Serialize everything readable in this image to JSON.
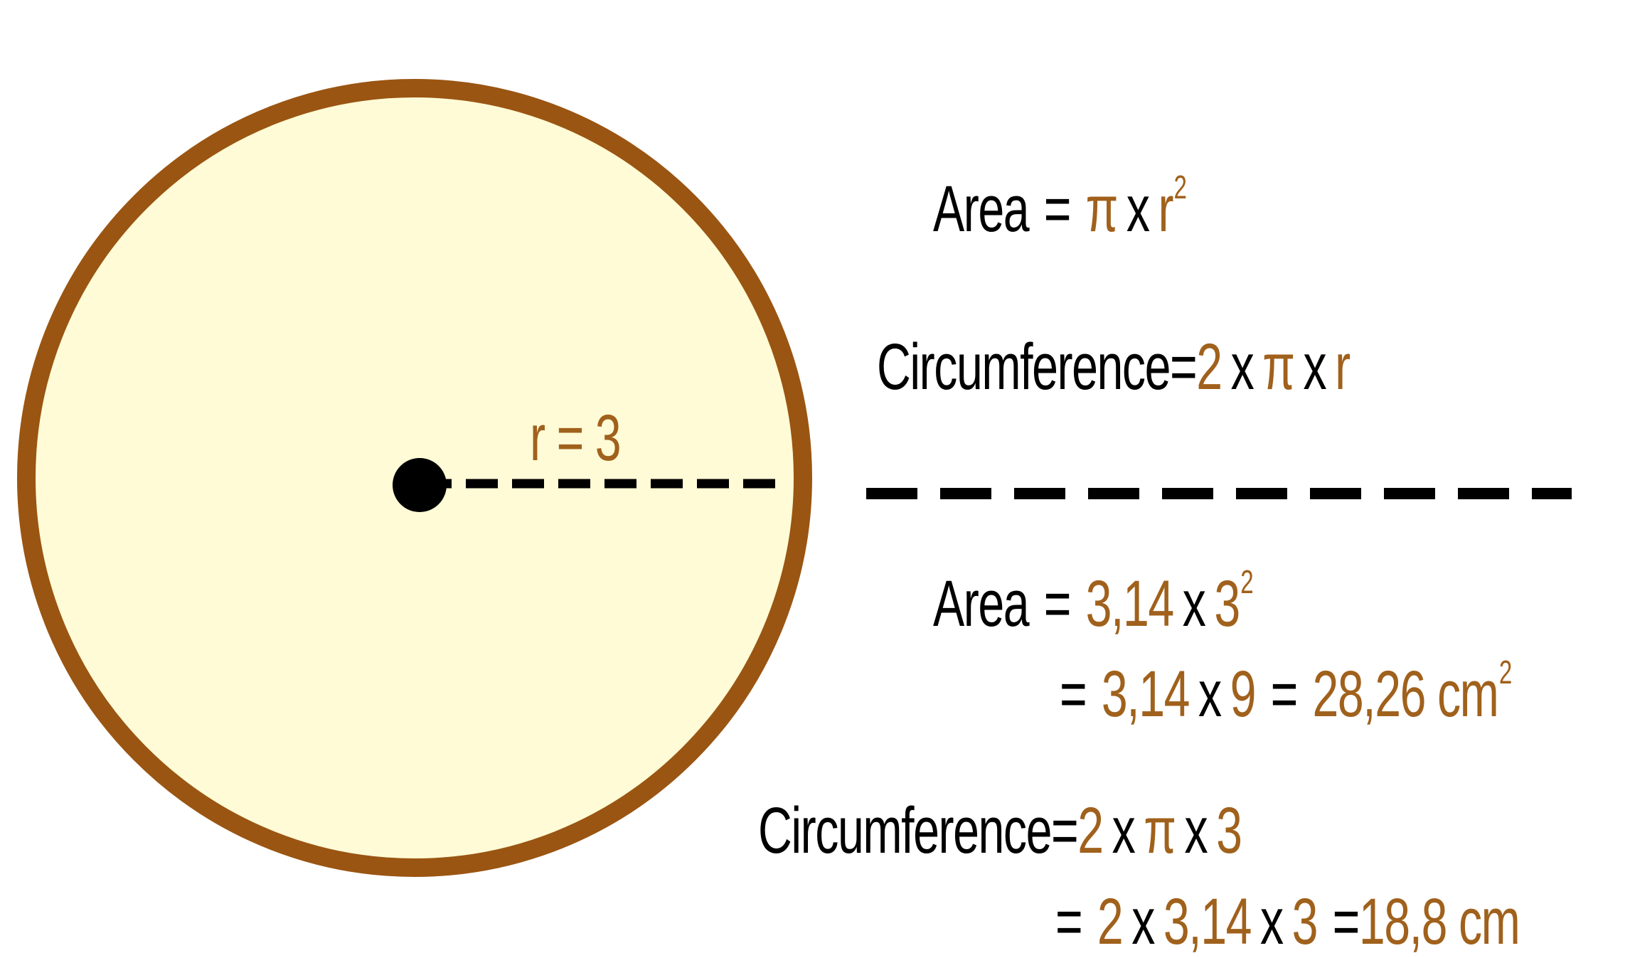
{
  "colors": {
    "circle_fill": "#fffbd6",
    "circle_stroke": "#9a5512",
    "accent_text": "#a0611c",
    "dark_text": "#000000"
  },
  "diagram": {
    "radius_label": "r = 3"
  },
  "formulas": {
    "area": {
      "label": "Area",
      "equals": "=",
      "pi": "π",
      "times": "x",
      "r": "r",
      "exp": "2"
    },
    "circumference": {
      "label": "Circumference",
      "equals": "=",
      "two": "2",
      "times": "x",
      "pi": "π",
      "r": "r"
    }
  },
  "calculations": {
    "area": {
      "label": "Area",
      "equals": "=",
      "pi_value": "3,14",
      "times": "x",
      "radius": "3",
      "exp": "2",
      "line2_equals": "=",
      "line2_pi_value": "3,14",
      "line2_times": "x",
      "line2_square": "9",
      "line2_equals2": "=",
      "result": "28,26 cm",
      "result_exp": "2"
    },
    "circumference": {
      "label": "Circumference",
      "equals": "=",
      "two": "2",
      "times": "x",
      "pi": "π",
      "times2": "x",
      "radius": "3",
      "line2_equals": "=",
      "line2_two": "2",
      "line2_times": "x",
      "line2_pi_value": "3,14",
      "line2_times2": "x",
      "line2_radius": "3",
      "line2_equals2": "=",
      "result": "18,8 cm"
    }
  }
}
